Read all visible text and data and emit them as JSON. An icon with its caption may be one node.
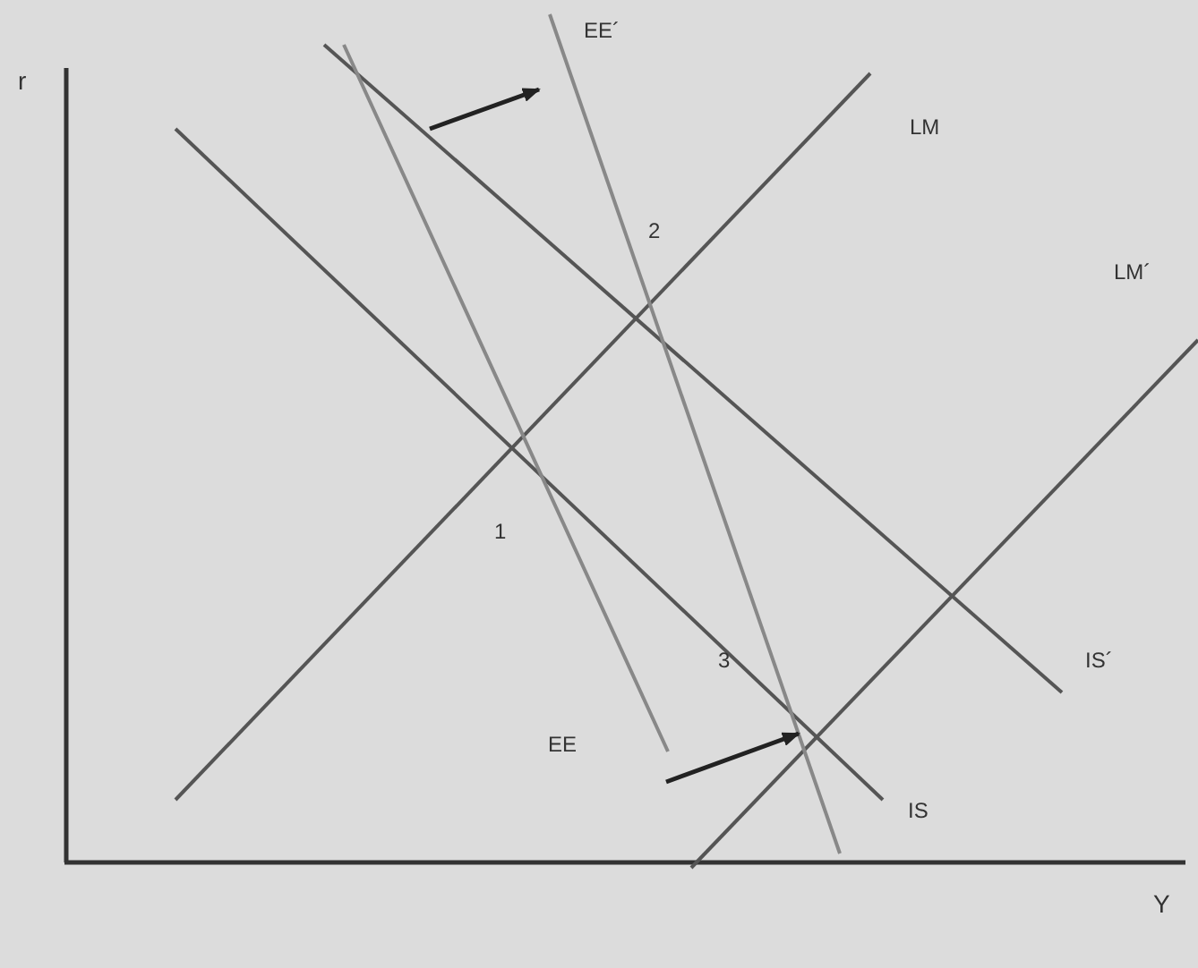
{
  "diagram": {
    "labels": [
      "EE´",
      "r",
      "LM",
      "2",
      "LM´",
      "1",
      "3",
      "IS´",
      "EE",
      "IS",
      "Y"
    ]
  }
}
